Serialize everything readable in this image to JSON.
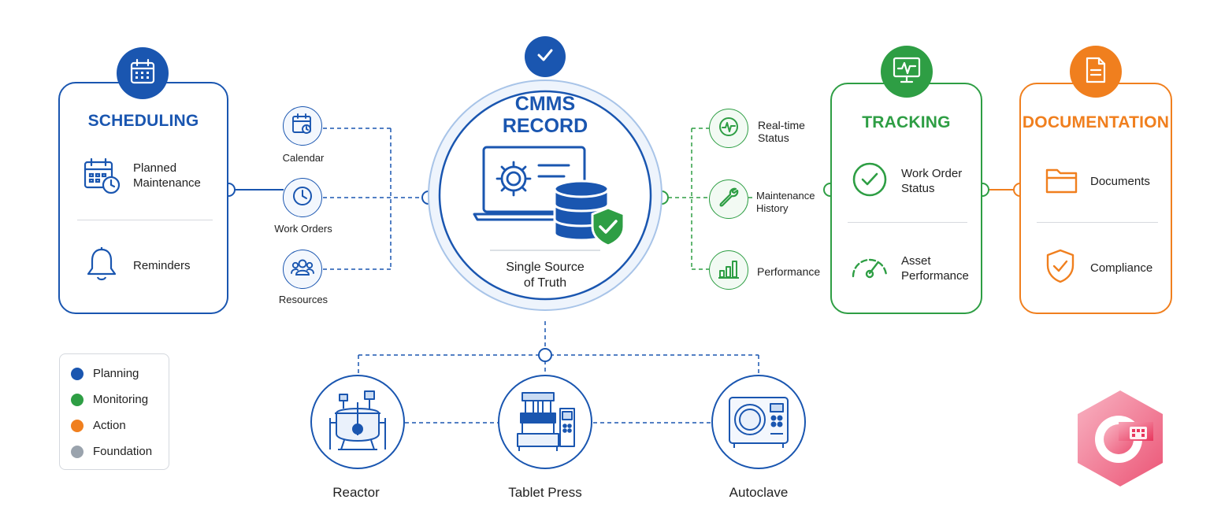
{
  "colors": {
    "blue": "#1a56b0",
    "green": "#2e9e44",
    "orange": "#f07f1e",
    "gray": "#9aa3ad"
  },
  "center": {
    "title_line1": "CMMS",
    "title_line2": "RECORD",
    "subtitle_line1": "Single Source",
    "subtitle_line2": "of Truth",
    "badge_icon": "checkmark-icon",
    "illustration_icon": "laptop-database-shield-icon"
  },
  "scheduling": {
    "title": "SCHEDULING",
    "badge_icon": "calendar-icon",
    "items": [
      {
        "line1": "Planned",
        "line2": "Maintenance",
        "icon": "calendar-clock-icon"
      },
      {
        "line1": "Reminders",
        "line2": "",
        "icon": "bell-icon"
      }
    ]
  },
  "planning_nodes": [
    {
      "label": "Calendar",
      "icon": "calendar-icon"
    },
    {
      "label": "Work Orders",
      "icon": "clock-icon"
    },
    {
      "label": "Resources",
      "icon": "people-icon"
    }
  ],
  "monitoring_nodes": [
    {
      "line1": "Real-time",
      "line2": "Status",
      "icon": "pulse-icon"
    },
    {
      "line1": "Maintenance",
      "line2": "History",
      "icon": "wrench-icon"
    },
    {
      "line1": "Performance",
      "line2": "",
      "icon": "bar-chart-icon"
    }
  ],
  "tracking": {
    "title": "TRACKING",
    "badge_icon": "monitor-pulse-icon",
    "items": [
      {
        "line1": "Work Order",
        "line2": "Status",
        "icon": "check-circle-icon"
      },
      {
        "line1": "Asset",
        "line2": "Performance",
        "icon": "gauge-icon"
      }
    ]
  },
  "documentation": {
    "title": "DOCUMENTATION",
    "badge_icon": "document-icon",
    "items": [
      {
        "line1": "Documents",
        "icon": "folder-icon"
      },
      {
        "line1": "Compliance",
        "icon": "shield-check-icon"
      }
    ]
  },
  "equipment": [
    {
      "label": "Reactor",
      "icon": "reactor-icon"
    },
    {
      "label": "Tablet Press",
      "icon": "tablet-press-icon"
    },
    {
      "label": "Autoclave",
      "icon": "autoclave-icon"
    }
  ],
  "legend": [
    {
      "label": "Planning",
      "color": "#1a56b0"
    },
    {
      "label": "Monitoring",
      "color": "#2e9e44"
    },
    {
      "label": "Action",
      "color": "#f07f1e"
    },
    {
      "label": "Foundation",
      "color": "#9aa3ad"
    }
  ],
  "watermark_icon": "brand-logo-icon"
}
